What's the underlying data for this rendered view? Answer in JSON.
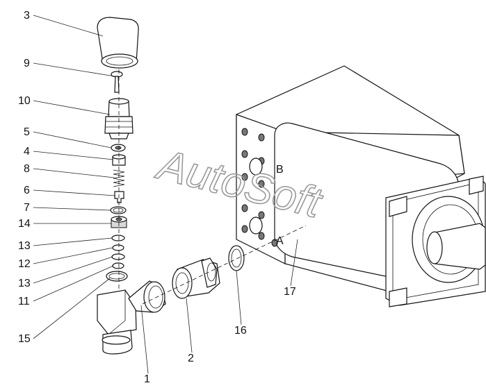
{
  "watermark": "AutoSoft",
  "port_labels": {
    "b": "B",
    "a": "A"
  },
  "callouts": [
    {
      "id": "3",
      "label": "3"
    },
    {
      "id": "9",
      "label": "9"
    },
    {
      "id": "10",
      "label": "10"
    },
    {
      "id": "5",
      "label": "5"
    },
    {
      "id": "4",
      "label": "4"
    },
    {
      "id": "8",
      "label": "8"
    },
    {
      "id": "6",
      "label": "6"
    },
    {
      "id": "7",
      "label": "7"
    },
    {
      "id": "14",
      "label": "14"
    },
    {
      "id": "13a",
      "label": "13"
    },
    {
      "id": "12",
      "label": "12"
    },
    {
      "id": "13b",
      "label": "13"
    },
    {
      "id": "11",
      "label": "11"
    },
    {
      "id": "15",
      "label": "15"
    },
    {
      "id": "1",
      "label": "1"
    },
    {
      "id": "2",
      "label": "2"
    },
    {
      "id": "16",
      "label": "16"
    },
    {
      "id": "17",
      "label": "17"
    }
  ]
}
